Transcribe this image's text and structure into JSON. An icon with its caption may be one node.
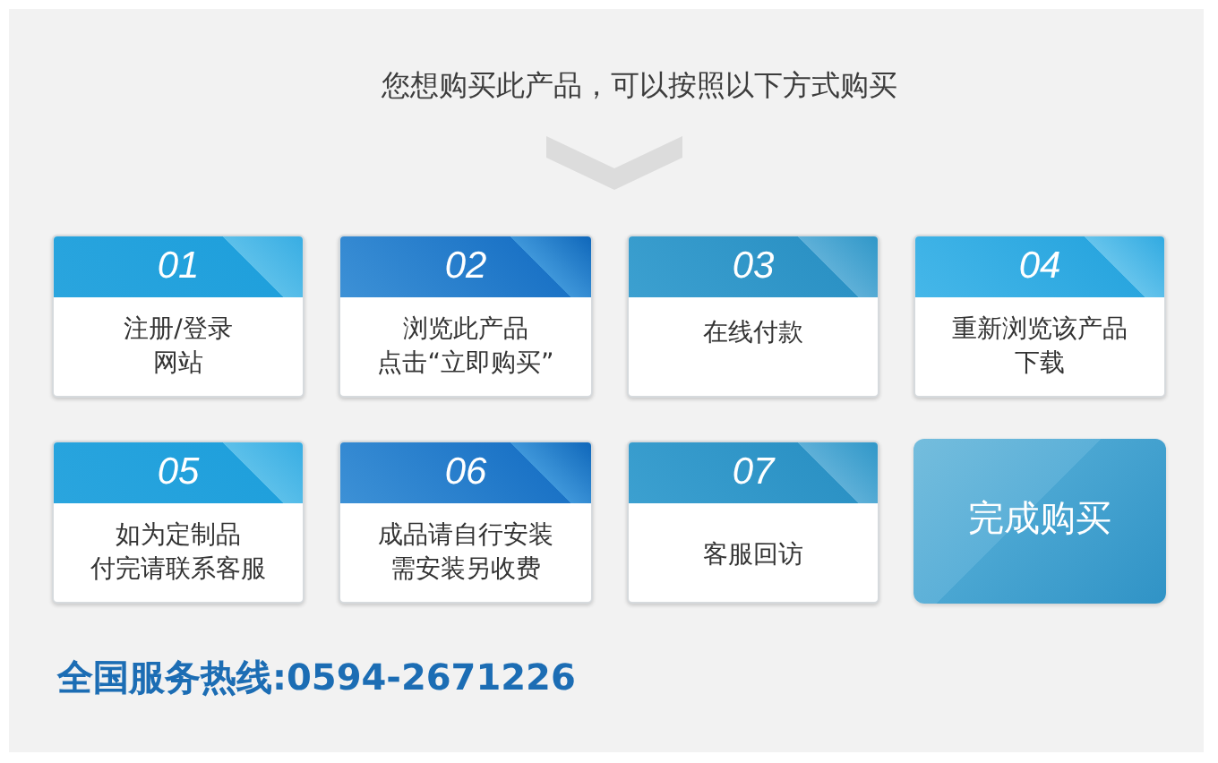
{
  "diagram": {
    "title": "您想购买此产品，可以按照以下方式购买",
    "nodes": [
      {
        "text": [
          "01",
          "注册/登录网站"
        ]
      },
      {
        "text": [
          "02",
          "浏览此产品点击“立即购买”"
        ]
      },
      {
        "text": [
          "03",
          "在线付款"
        ]
      },
      {
        "text": [
          "04",
          "重新浏览该产品下载"
        ]
      },
      {
        "text": [
          "05",
          "如为定制品付完请联系客服"
        ]
      },
      {
        "text": [
          "06",
          "成品请自行安装需安装另收费"
        ]
      },
      {
        "text": [
          "07",
          "客服回访"
        ]
      },
      {
        "text": [
          "完成购买"
        ]
      }
    ],
    "labels": [
      "全国服务热线:0594-2671226"
    ]
  }
}
